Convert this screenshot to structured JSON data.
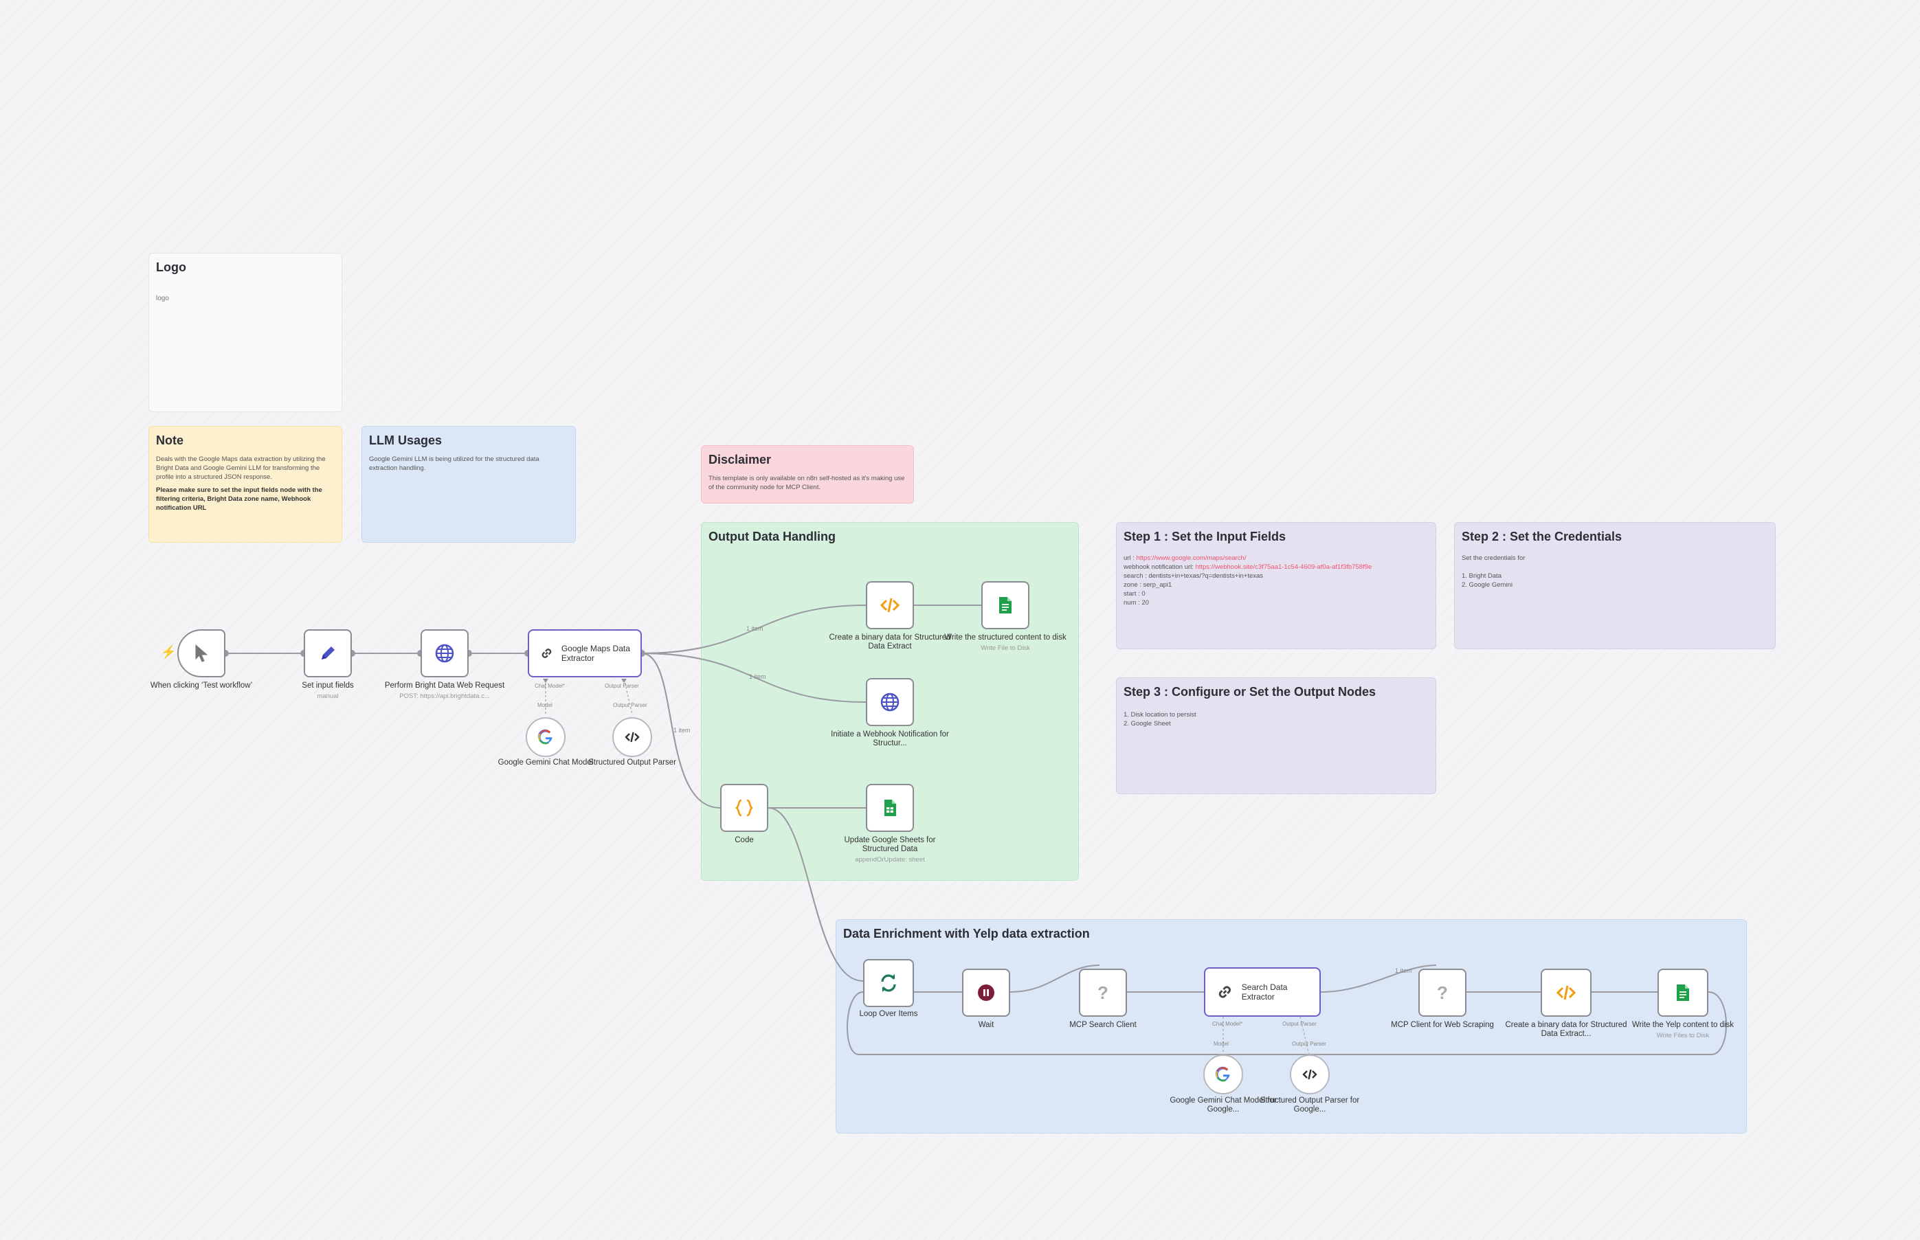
{
  "sticky_notes": {
    "logo": {
      "title": "Logo",
      "image_alt": "logo"
    },
    "note": {
      "title": "Note",
      "body": "Deals with the Google Maps data extraction by utilizing the Bright Data and Google Gemini LLM for transforming the profile into a structured JSON response.",
      "bold": "Please make sure to set the input fields node with the filtering criteria, Bright Data zone name, Webhook notification URL"
    },
    "llm": {
      "title": "LLM Usages",
      "body": "Google Gemini LLM is being utilized for the structured data extraction handling."
    },
    "disclaimer": {
      "title": "Disclaimer",
      "body": "This template is only available on n8n self-hosted as it's making use of the community node for MCP Client."
    },
    "output": {
      "title": "Output Data Handling"
    },
    "step1": {
      "title": "Step 1 : Set the Input Fields",
      "lines": [
        {
          "k": "url : ",
          "v": "https://www.google.com/maps/search/"
        },
        {
          "k": "webhook notification url: ",
          "v": "https://webhook.site/c3f75aa1-1c54-4609-af0a-af1f3fb758f9e"
        },
        {
          "k": "search : dentists+in+texas/?q=dentists+in+texas",
          "v": ""
        },
        {
          "k": "zone : serp_api1",
          "v": ""
        },
        {
          "k": "start : 0",
          "v": ""
        },
        {
          "k": "num : 20",
          "v": ""
        }
      ]
    },
    "step2": {
      "title": "Step 2 : Set the Credentials",
      "intro": "Set the credentials for",
      "items": [
        "1. Bright Data",
        "2. Google Gemini"
      ]
    },
    "step3": {
      "title": "Step 3 : Configure or Set the Output Nodes",
      "items": [
        "1. Disk location to persist",
        "2. Google Sheet"
      ]
    },
    "enrichment": {
      "title": "Data Enrichment with Yelp data extraction"
    }
  },
  "nodes": {
    "trigger": {
      "label": "When clicking ‘Test workflow’"
    },
    "set_input": {
      "label": "Set input fields",
      "sub": "manual"
    },
    "bright": {
      "label": "Perform Bright Data Web Request",
      "sub": "POST: https://api.brightdata.c..."
    },
    "gmaps": {
      "label": "Google Maps Data Extractor"
    },
    "gemini1": {
      "label": "Google Gemini Chat Model"
    },
    "parser1": {
      "label": "Structured Output Parser"
    },
    "binary1": {
      "label": "Create a binary data for Structured Data Extract"
    },
    "write1": {
      "label": "Write the structured content to disk",
      "sub": "Write File to Disk"
    },
    "webhook": {
      "label": "Initiate a Webhook Notification for Structur..."
    },
    "code": {
      "label": "Code"
    },
    "sheets": {
      "label": "Update Google Sheets for Structured Data",
      "sub": "appendOrUpdate: sheet"
    },
    "loop": {
      "label": "Loop Over Items"
    },
    "wait": {
      "label": "Wait"
    },
    "mcp_search": {
      "label": "MCP Search Client"
    },
    "search_extractor": {
      "label": "Search Data Extractor"
    },
    "mcp_web": {
      "label": "MCP Client for Web Scraping"
    },
    "binary2": {
      "label": "Create a binary data for Structured Data Extract..."
    },
    "write2": {
      "label": "Write the Yelp content to disk",
      "sub": "Write Files to Disk"
    },
    "gemini2": {
      "label": "Google Gemini Chat Model for Google..."
    },
    "parser2": {
      "label": "Structured Output Parser for Google..."
    }
  },
  "edge_labels": {
    "item1": "1 item",
    "item2": "1 item",
    "item3": "1 item",
    "item4": "1 item"
  },
  "port_labels": {
    "model": "Model",
    "parser": "Output Parser",
    "chat_model": "Chat Model*",
    "output_parser": "Output Parser"
  },
  "colors": {
    "orange": "#f39c12",
    "green": "#20a04a",
    "indigo": "#4a52c5",
    "wait": "#7d1f3a",
    "teal": "#1e7a5e"
  }
}
